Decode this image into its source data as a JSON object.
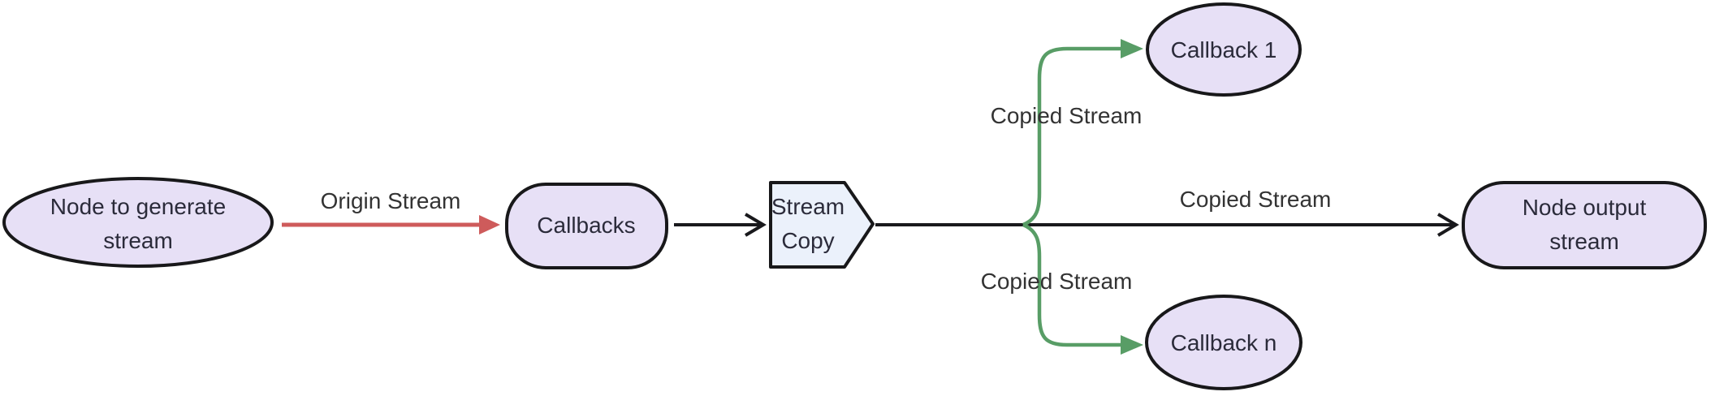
{
  "diagram": {
    "nodes": {
      "generate": {
        "label": "Node to generate\nstream"
      },
      "callbacks": {
        "label": "Callbacks"
      },
      "stream_copy": {
        "label": "Stream\nCopy"
      },
      "callback_1": {
        "label": "Callback 1"
      },
      "callback_n": {
        "label": "Callback n"
      },
      "output": {
        "label": "Node output\nstream"
      }
    },
    "edges": {
      "origin": {
        "label": "Origin Stream"
      },
      "copied_main": {
        "label": "Copied Stream"
      },
      "copied_top": {
        "label": "Copied Stream"
      },
      "copied_bottom": {
        "label": "Copied Stream"
      }
    },
    "colors": {
      "node_fill": "#e7e0f6",
      "copy_fill": "#ebf1fb",
      "node_border": "#18181a",
      "edge_black": "#19191c",
      "edge_red": "#ce5b5b",
      "edge_green": "#589d66",
      "text": "#2b2b3a"
    }
  }
}
